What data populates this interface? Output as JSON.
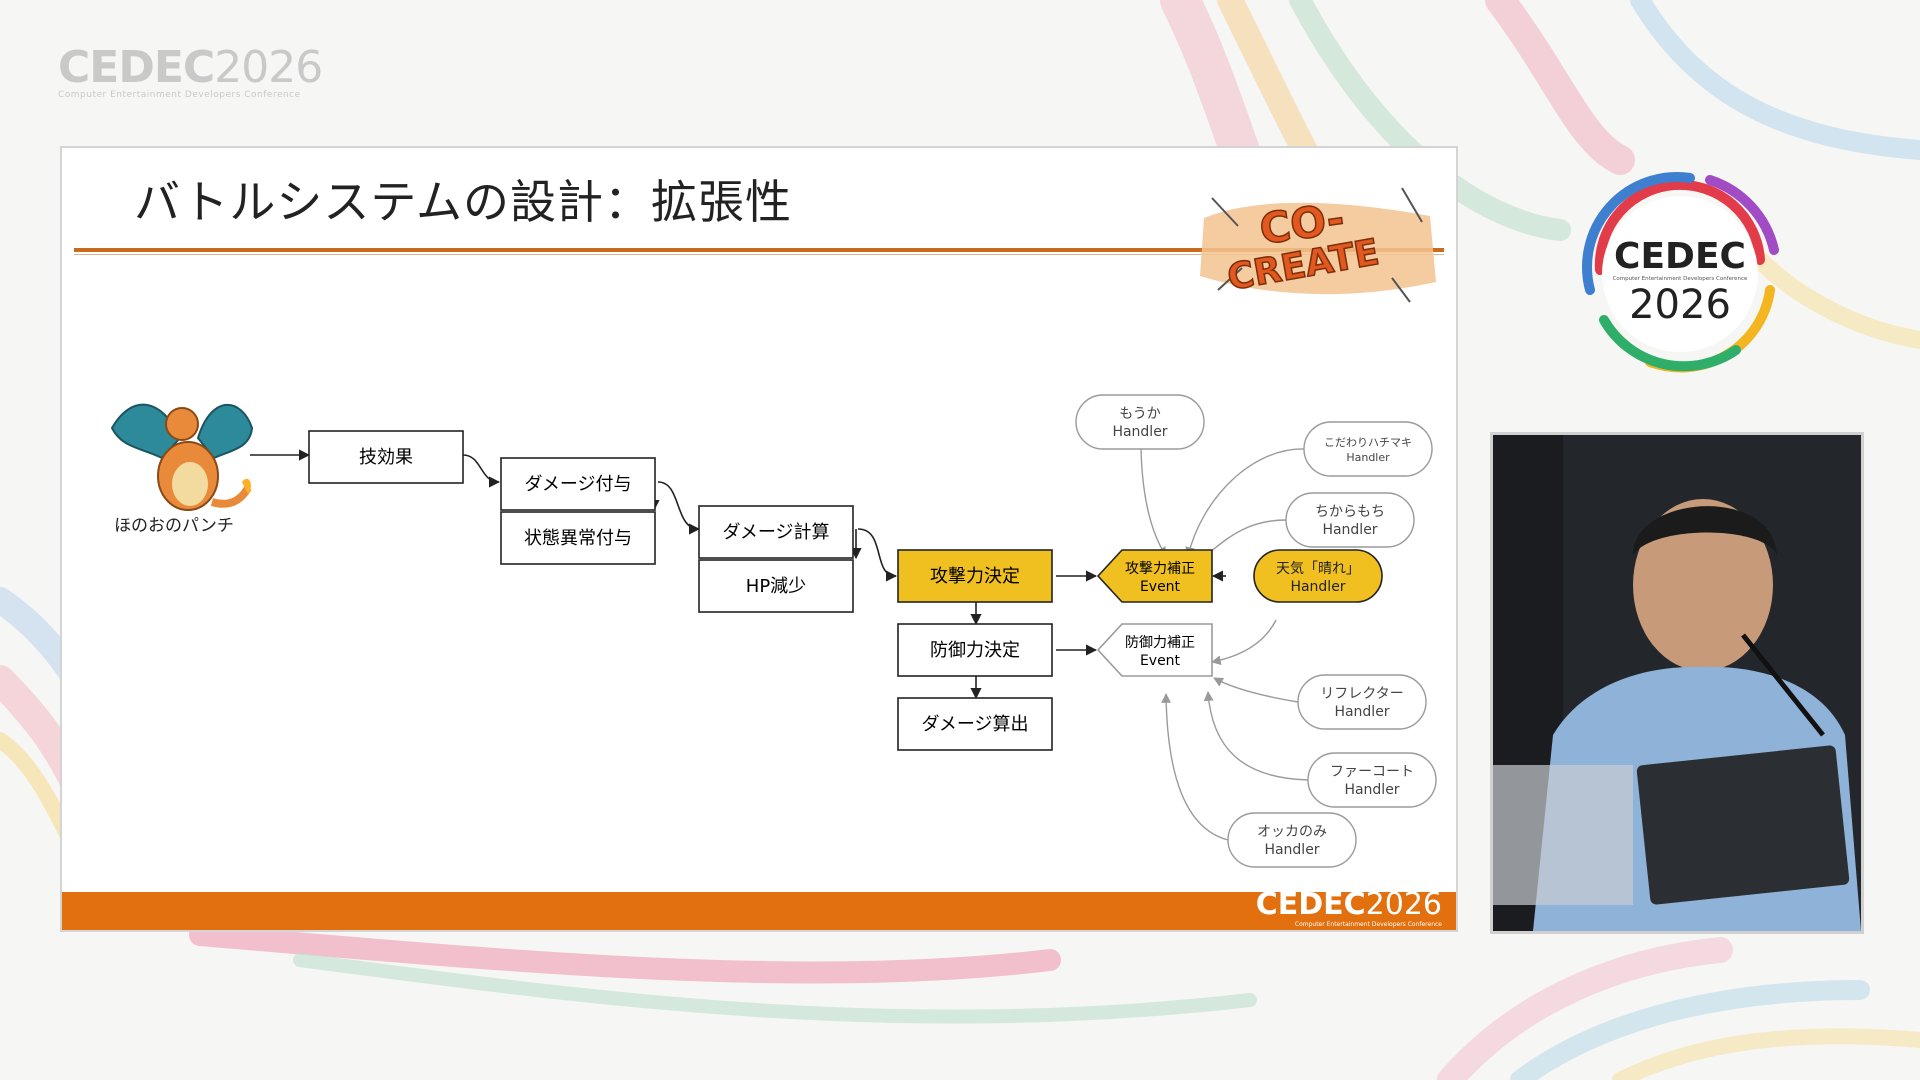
{
  "logo": {
    "main": "CEDEC",
    "year": "2026",
    "sub": "Computer Entertainment Developers Conference"
  },
  "slide": {
    "title": "バトルシステムの設計：拡張性",
    "badge_line1": "CO-",
    "badge_line2": "CREATE"
  },
  "diagram": {
    "move_name": "ほのおのパンチ",
    "nodes": {
      "waza": "技効果",
      "damage_apply": "ダメージ付与",
      "status": "状態異常付与",
      "damage_calc": "ダメージ計算",
      "hp": "HP減少",
      "attack": "攻撃力決定",
      "defense": "防御力決定",
      "damage_out": "ダメージ算出"
    },
    "events": {
      "attack_event_l1": "攻撃力補正",
      "attack_event_l2": "Event",
      "defense_event_l1": "防御力補正",
      "defense_event_l2": "Event"
    },
    "handlers": {
      "moka": "もうか",
      "kodawari": "こだわりハチマキ",
      "chikara": "ちからもち",
      "tenki": "天気「晴れ」",
      "reflector": "リフレクター",
      "fur": "ファーコート",
      "okka": "オッカのみ",
      "handler_word": "Handler"
    },
    "colors": {
      "highlight": "#f0c020",
      "line": "#222222",
      "handler_line": "#9a9a9a"
    }
  },
  "camera": {
    "label": ""
  },
  "colors": {
    "accent": "#e2700e",
    "rule": "#c96a1d"
  }
}
